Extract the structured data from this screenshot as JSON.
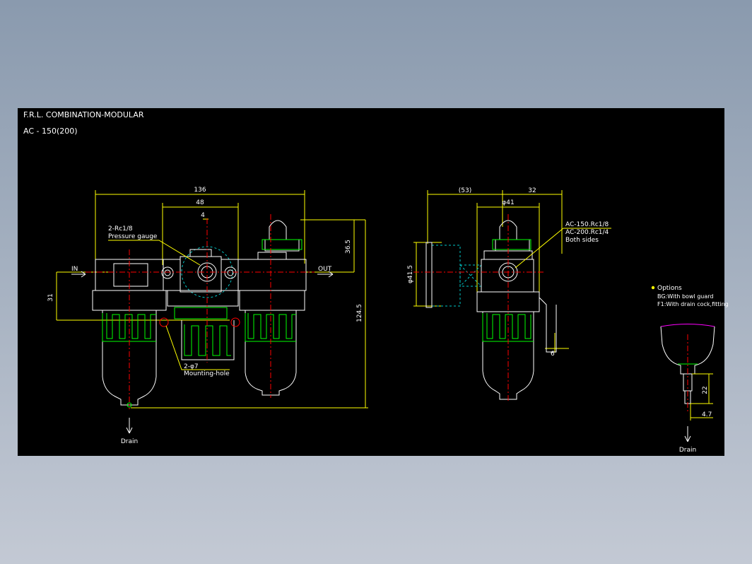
{
  "title": "F.R.L. COMBINATION-MODULAR",
  "model": "AC - 150(200)",
  "front_view": {
    "dims": {
      "width_total": "136",
      "width_regulator": "48",
      "gauge_offset": "4",
      "height_top": "36.5",
      "height_total": "124.5",
      "height_inlet": "31"
    },
    "port_in": "IN",
    "port_out": "OUT",
    "gauge_port_line1": "2-Rc1/8",
    "gauge_port_line2": "Pressure gauge",
    "mount_line1": "2-φ7",
    "mount_line2": "Mounting-hole",
    "drain": "Drain"
  },
  "side_view": {
    "dims": {
      "left": "(53)",
      "right": "32",
      "body_dia": "φ41",
      "gauge_dia": "φ41.5",
      "bracket": "6"
    },
    "port_note_line1": "AC-150.Rc1/8",
    "port_note_line2": "AC-200.Rc1/4",
    "port_note_line3": "Both sides"
  },
  "options": {
    "heading": "Options",
    "bg": "BG:With bowl guard",
    "f1": "F1:With drain cock,fitting",
    "dim_height": "22",
    "dim_width": "4.7",
    "drain": "Drain"
  },
  "colors": {
    "dimension": "#ffff00",
    "outline": "#ffffff",
    "center": "#ff0000",
    "bowl": "#00ff00",
    "hidden": "#00c8c8",
    "cap": "#ff00ff"
  }
}
